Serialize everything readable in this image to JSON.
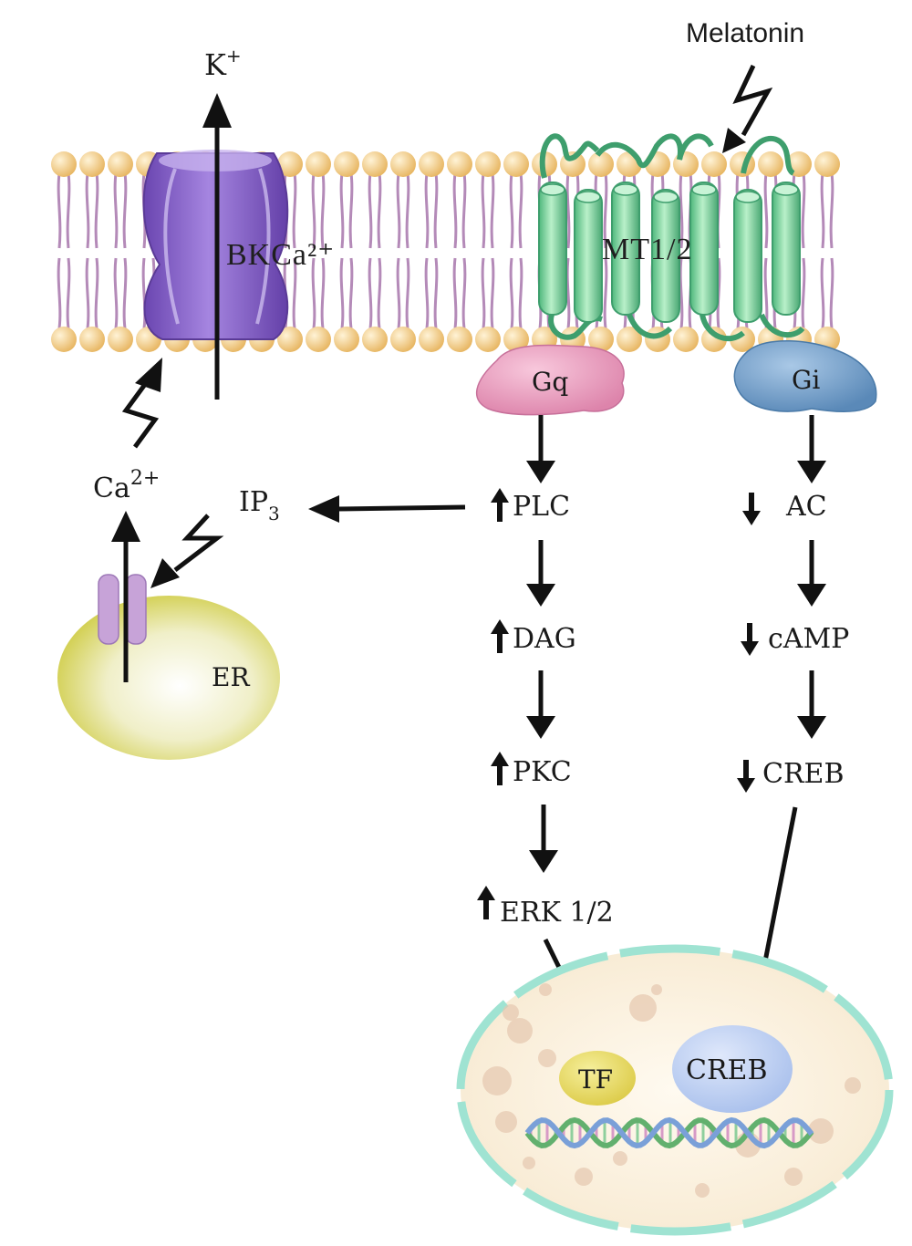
{
  "labels": {
    "ligand": "Melatonin",
    "ion_out": "K",
    "ion_out_sup": "+",
    "channel": "BKCa²⁺",
    "receptor": "MT1/2",
    "gq": "Gq",
    "gi": "Gi",
    "calcium": "Ca",
    "calcium_sup": "2+",
    "ip3": "IP",
    "ip3_sub": "3",
    "er": "ER",
    "plc": "PLC",
    "dag": "DAG",
    "pkc": "PKC",
    "erk": "ERK 1/2",
    "ac": "AC",
    "camp": "cAMP",
    "creb": "CREB",
    "tf": "TF",
    "nucleus_creb": "CREB"
  },
  "colors": {
    "membrane_head": "#f3c97a",
    "membrane_tail": "#b48ab8",
    "channel": "#8a63c7",
    "receptor": "#7fd6a0",
    "gq": "#e79bbb",
    "gi": "#6f9cc8",
    "er": "#d8d45a",
    "nucleus_outline": "#8fe0cf",
    "tf": "#e6d86a",
    "creb_nucleus": "#b9cdf0"
  },
  "icons": {
    "up": "up-arrow-icon",
    "down": "down-arrow-icon",
    "signal": "lightning-bolt-icon"
  }
}
